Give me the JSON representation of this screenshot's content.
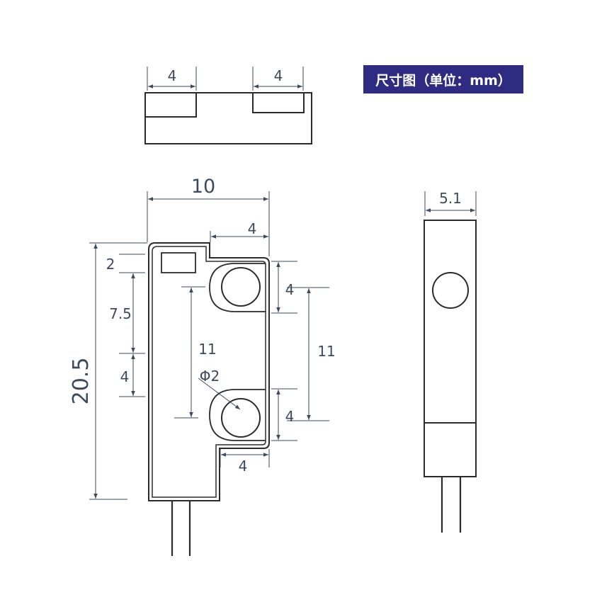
{
  "title": "尺寸图（单位：mm）",
  "top_view": {
    "left_slot_width": "4",
    "right_slot_width": "4"
  },
  "front_view": {
    "total_width": "10",
    "cutout_width_top": "4",
    "cutout_width_bottom": "4",
    "total_height": "20.5",
    "top_offset": "2",
    "slot_to_hole": "7.5",
    "hole_span": "4",
    "hole_pitch_inner": "11",
    "hole_pitch_outer": "11",
    "upper_hole_height": "4",
    "lower_hole_height": "4",
    "hole_diameter": "Φ2"
  },
  "side_view": {
    "thickness": "5.1"
  },
  "colors": {
    "line": "#2b2b2b",
    "dim": "#3c4a5c",
    "badge": "#2e2b82"
  }
}
